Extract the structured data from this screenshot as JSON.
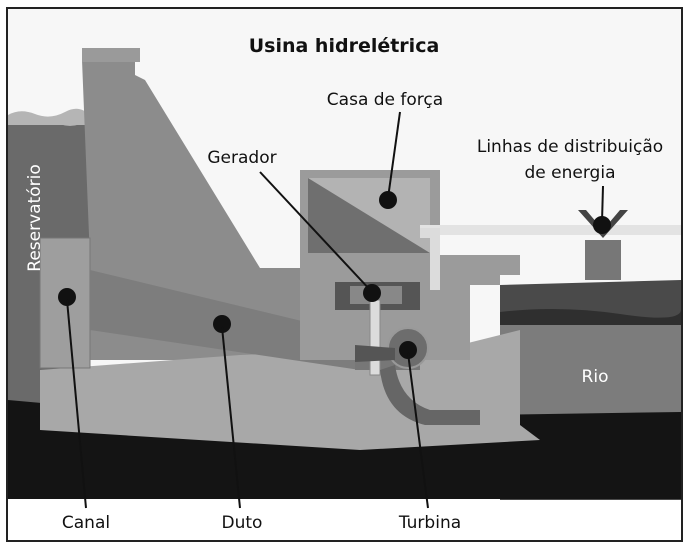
{
  "title": "Usina hidrelétrica",
  "labels": {
    "reservoir": "Reservatório",
    "powerhouse": "Casa de força",
    "generator": "Gerador",
    "power_lines_line1": "Linhas de distribuição",
    "power_lines_line2": "de energia",
    "river": "Rio",
    "intake": "Canal",
    "penstock": "Duto",
    "turbine": "Turbina"
  }
}
